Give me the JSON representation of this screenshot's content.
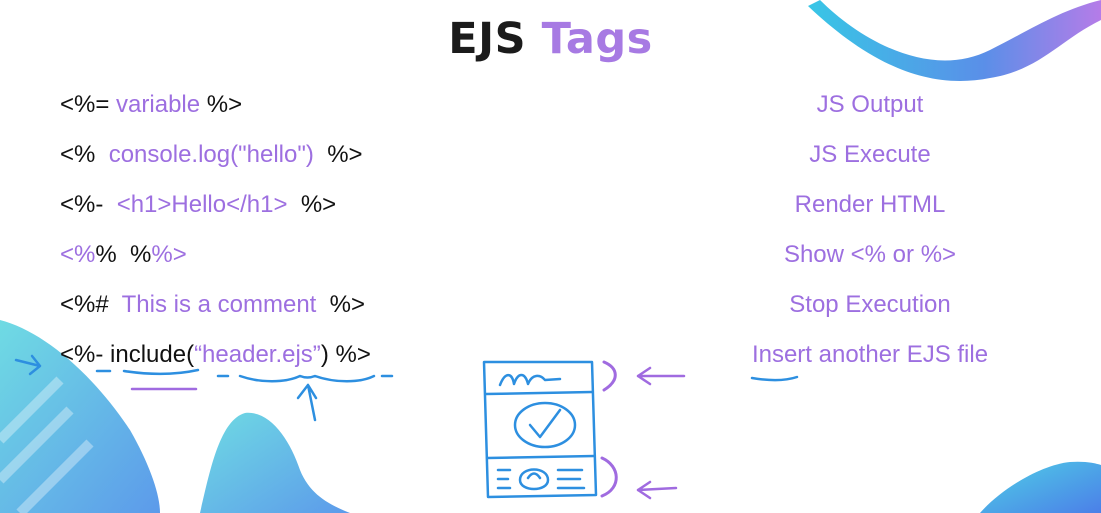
{
  "title": {
    "dark": "EJS",
    "accent": "Tags"
  },
  "colors": {
    "accent": "#a77ae3",
    "text": "#111111",
    "ink_blue": "#2d8fe0",
    "ink_purple": "#a06be0"
  },
  "rows": [
    {
      "parts": [
        {
          "text": "<%= ",
          "style": "dark"
        },
        {
          "text": "variable",
          "style": "purple"
        },
        {
          "text": " %>",
          "style": "dark"
        }
      ],
      "desc": "JS Output"
    },
    {
      "parts": [
        {
          "text": "<%  ",
          "style": "dark"
        },
        {
          "text": "console.log(\"hello\")",
          "style": "purple"
        },
        {
          "text": "  %>",
          "style": "dark"
        }
      ],
      "desc": "JS Execute"
    },
    {
      "parts": [
        {
          "text": "<%-  ",
          "style": "dark"
        },
        {
          "text": "<h1>Hello</h1>",
          "style": "purple"
        },
        {
          "text": "  %>",
          "style": "dark"
        }
      ],
      "desc": "Render HTML"
    },
    {
      "parts": [
        {
          "text": "<%",
          "style": "purple"
        },
        {
          "text": "%  %",
          "style": "dark"
        },
        {
          "text": "%>",
          "style": "purple"
        }
      ],
      "desc": "Show <% or %>"
    },
    {
      "parts": [
        {
          "text": "<%#  ",
          "style": "dark"
        },
        {
          "text": "This is a comment",
          "style": "purple"
        },
        {
          "text": "  %>",
          "style": "dark"
        }
      ],
      "desc": "Stop Execution"
    },
    {
      "parts": [
        {
          "text": "<%- ",
          "style": "dark"
        },
        {
          "text": "include(",
          "style": "dark"
        },
        {
          "text": "“header.ejs”",
          "style": "purple"
        },
        {
          "text": ") %>",
          "style": "dark"
        }
      ],
      "desc": "Insert another EJS file"
    }
  ]
}
